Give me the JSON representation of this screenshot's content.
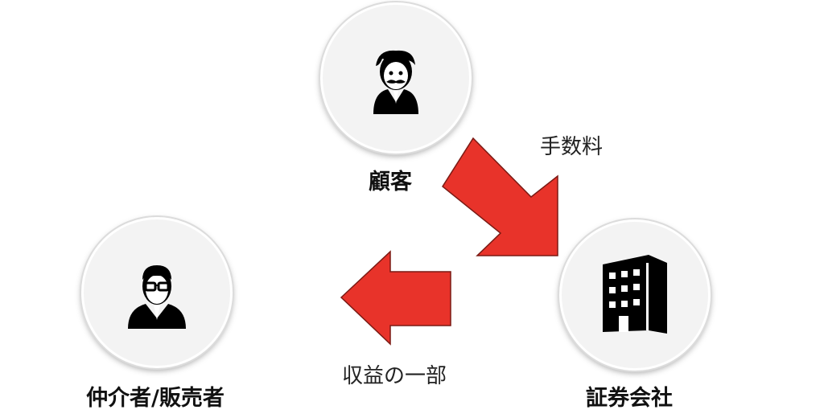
{
  "nodes": {
    "customer": {
      "label": "顧客",
      "icon": "businessman-mustache-icon"
    },
    "broker": {
      "label": "仲介者/販売者",
      "icon": "man-glasses-icon"
    },
    "company": {
      "label": "証券会社",
      "icon": "office-building-icon"
    }
  },
  "flows": {
    "fee": {
      "label": "手数料",
      "from": "顧客",
      "to": "証券会社"
    },
    "revenue_share": {
      "label": "収益の一部",
      "from": "証券会社",
      "to": "仲介者/販売者"
    }
  },
  "colors": {
    "arrow": "#e8332a",
    "arrow_stroke": "#7a1a14"
  }
}
